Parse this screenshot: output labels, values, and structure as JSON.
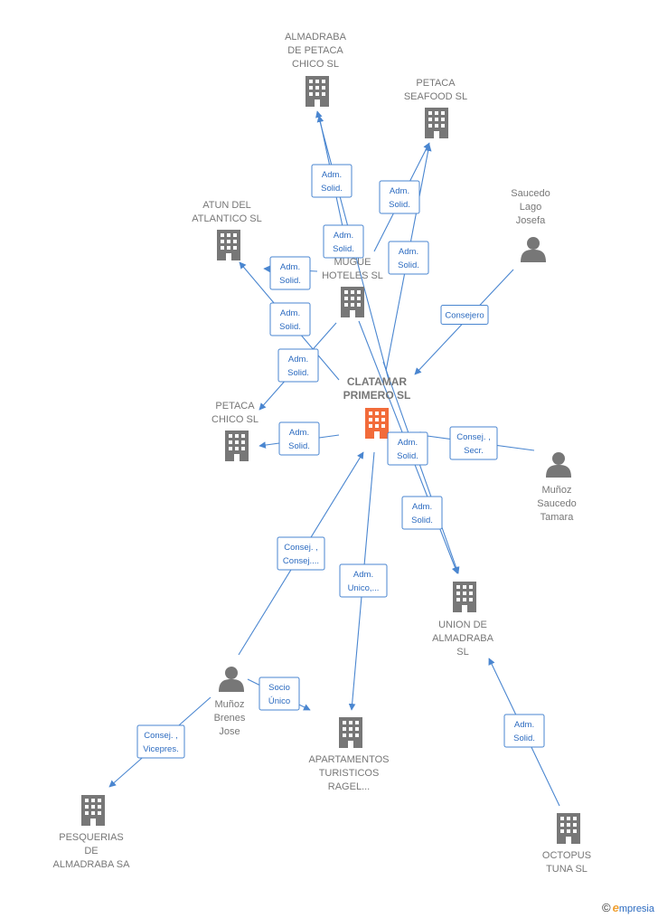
{
  "colors": {
    "edge": "#4a86d0",
    "node": "#777777",
    "center": "#f26b3a",
    "label": "#777777"
  },
  "nodes": [
    {
      "id": "clatamar",
      "type": "company-center",
      "label": [
        "CLATAMAR",
        "PRIMERO  SL"
      ]
    },
    {
      "id": "almadraba_petaca",
      "type": "company",
      "label": [
        "ALMADRABA",
        "DE PETACA",
        "CHICO  SL"
      ]
    },
    {
      "id": "petaca_seafood",
      "type": "company",
      "label": [
        "PETACA",
        "SEAFOOD  SL"
      ]
    },
    {
      "id": "atun",
      "type": "company",
      "label": [
        "ATUN DEL",
        "ATLANTICO SL"
      ]
    },
    {
      "id": "mugue",
      "type": "company",
      "label": [
        "MUGUE",
        "HOTELES  SL"
      ]
    },
    {
      "id": "petaca_chico",
      "type": "company",
      "label": [
        "PETACA",
        "CHICO SL"
      ]
    },
    {
      "id": "saucedo",
      "type": "person",
      "label": [
        "Saucedo",
        "Lago",
        "Josefa"
      ]
    },
    {
      "id": "munoz_tamara",
      "type": "person",
      "label": [
        "Muñoz",
        "Saucedo",
        "Tamara"
      ]
    },
    {
      "id": "union",
      "type": "company",
      "label": [
        "UNION DE",
        "ALMADRABA",
        "SL"
      ]
    },
    {
      "id": "munoz_jose",
      "type": "person",
      "label": [
        "Muñoz",
        "Brenes",
        "Jose"
      ]
    },
    {
      "id": "apartamentos",
      "type": "company",
      "label": [
        "APARTAMENTOS",
        "TURISTICOS",
        "RAGEL..."
      ]
    },
    {
      "id": "pesquerias",
      "type": "company",
      "label": [
        "PESQUERIAS",
        "DE",
        "ALMADRABA SA"
      ]
    },
    {
      "id": "octopus",
      "type": "company",
      "label": [
        "OCTOPUS",
        "TUNA  SL"
      ]
    }
  ],
  "edges": [
    {
      "id": "e1",
      "label": [
        "Adm.",
        "Solid."
      ]
    },
    {
      "id": "e2",
      "label": [
        "Adm.",
        "Solid."
      ]
    },
    {
      "id": "e3",
      "label": [
        "Adm.",
        "Solid."
      ]
    },
    {
      "id": "e4",
      "label": [
        "Adm.",
        "Solid."
      ]
    },
    {
      "id": "e5",
      "label": [
        "Adm.",
        "Solid."
      ]
    },
    {
      "id": "e6",
      "label": [
        "Adm.",
        "Solid."
      ]
    },
    {
      "id": "e7",
      "label": [
        "Adm.",
        "Solid."
      ]
    },
    {
      "id": "e8",
      "label": [
        "Adm.",
        "Solid."
      ]
    },
    {
      "id": "e9",
      "label": [
        "Consejero"
      ]
    },
    {
      "id": "e10",
      "label": [
        "Consej. ,",
        "Secr."
      ]
    },
    {
      "id": "e11",
      "label": [
        "Adm.",
        "Solid."
      ]
    },
    {
      "id": "e12",
      "label": [
        "Adm.",
        "Solid."
      ]
    },
    {
      "id": "e13",
      "label": [
        "Consej. ,",
        "Consej...."
      ]
    },
    {
      "id": "e14",
      "label": [
        "Adm.",
        "Unico,..."
      ]
    },
    {
      "id": "e15",
      "label": [
        "Socio",
        "Único"
      ]
    },
    {
      "id": "e16",
      "label": [
        "Consej. ,",
        "Vicepres."
      ]
    },
    {
      "id": "e17",
      "label": [
        "Adm.",
        "Solid."
      ]
    }
  ],
  "brand": {
    "copyright": "©",
    "e": "e",
    "name": "mpresia"
  }
}
